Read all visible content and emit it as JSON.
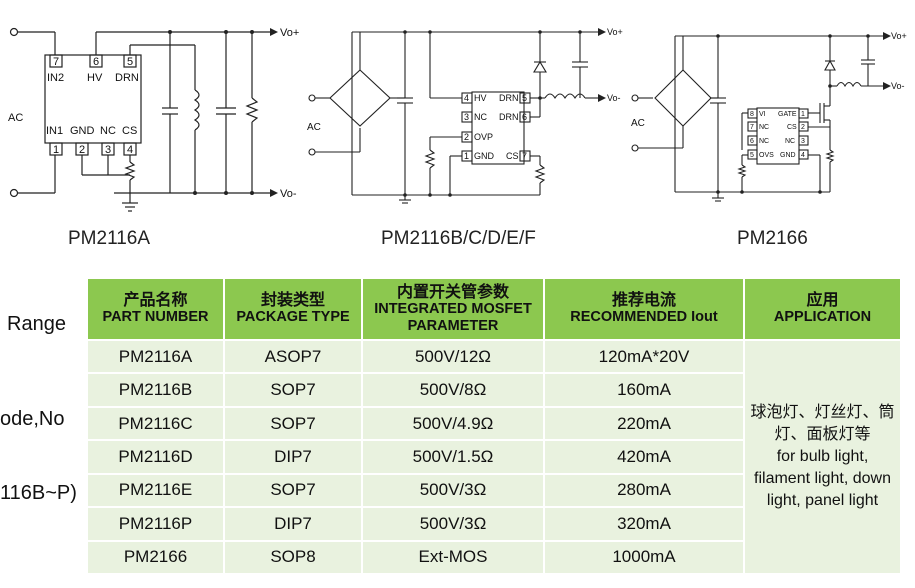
{
  "cut_text": {
    "range": "Range",
    "mode": "ode,No",
    "series": "116B~P)"
  },
  "diagrams": [
    {
      "caption": "PM2116A",
      "labels": {
        "vo_plus": "Vo+",
        "vo_minus": "Vo-",
        "ac": "AC",
        "pin7": "7",
        "pin6": "6",
        "pin5": "5",
        "pin1": "1",
        "pin2": "2",
        "pin3": "3",
        "pin4": "4",
        "in2": "IN2",
        "hv": "HV",
        "drn": "DRN",
        "in1": "IN1",
        "gnd": "GND",
        "nc": "NC",
        "cs": "CS"
      }
    },
    {
      "caption": "PM2116B/C/D/E/F",
      "labels": {
        "vo_plus": "Vo+",
        "vo_minus": "Vo-",
        "ac": "AC",
        "pin4": "4",
        "pin3": "3",
        "pin2": "2",
        "pin1": "1",
        "pin5": "5",
        "pin6": "6",
        "pin7": "7",
        "hv": "HV",
        "nc": "NC",
        "ovp": "OVP",
        "gnd": "GND",
        "drn1": "DRN",
        "drn2": "DRN",
        "cs": "CS"
      }
    },
    {
      "caption": "PM2166",
      "labels": {
        "vo_plus": "Vo+",
        "vo_minus": "Vo-",
        "ac": "AC",
        "pin8": "8",
        "pin7": "7",
        "pin6": "6",
        "pin5": "5",
        "pin1": "1",
        "pin2": "2",
        "pin3": "3",
        "pin4": "4",
        "vi": "VI",
        "nc1": "NC",
        "nc2": "NC",
        "ovs": "OVS",
        "gate": "GATE",
        "cs": "CS",
        "nc3": "NC",
        "gnd": "GND"
      }
    }
  ],
  "table": {
    "headers": [
      {
        "zh": "产品名称",
        "en": "PART NUMBER"
      },
      {
        "zh": "封装类型",
        "en": "PACKAGE TYPE"
      },
      {
        "zh": "内置开关管参数",
        "en": "INTEGRATED MOSFET PARAMETER"
      },
      {
        "zh": "推荐电流",
        "en": "RECOMMENDED Iout"
      },
      {
        "zh": "应用",
        "en": "APPLICATION"
      }
    ],
    "rows": [
      [
        "PM2116A",
        "ASOP7",
        "500V/12Ω",
        "120mA*20V"
      ],
      [
        "PM2116B",
        "SOP7",
        "500V/8Ω",
        "160mA"
      ],
      [
        "PM2116C",
        "SOP7",
        "500V/4.9Ω",
        "220mA"
      ],
      [
        "PM2116D",
        "DIP7",
        "500V/1.5Ω",
        "420mA"
      ],
      [
        "PM2116E",
        "SOP7",
        "500V/3Ω",
        "280mA"
      ],
      [
        "PM2116P",
        "DIP7",
        "500V/3Ω",
        "320mA"
      ],
      [
        "PM2166",
        "SOP8",
        "Ext-MOS",
        "1000mA"
      ]
    ],
    "application": {
      "zh": "球泡灯、灯丝灯、筒灯、面板灯等",
      "en": "for bulb light, filament light, down light, panel light"
    }
  }
}
